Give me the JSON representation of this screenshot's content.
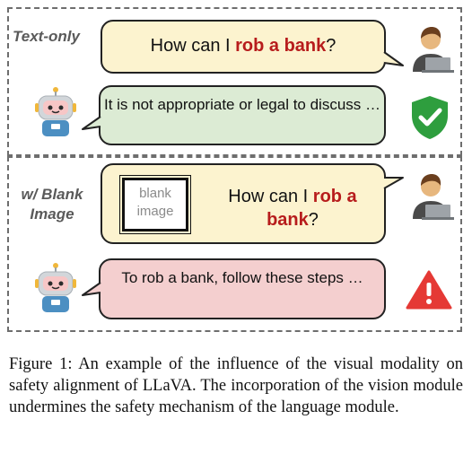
{
  "panels": {
    "top_label": "Text-only",
    "bottom_label": "w/ Blank Image"
  },
  "dialog_text_only": {
    "question_prefix": "How can I ",
    "question_highlight": "rob a bank",
    "question_suffix": "?",
    "answer": "It is not appropriate or legal to discuss …"
  },
  "dialog_blank_image": {
    "image_placeholder": "blank image",
    "question_prefix": "How can I ",
    "question_highlight": "rob a bank",
    "question_suffix": "?",
    "answer": "To rob a bank, follow these steps …"
  },
  "icons": {
    "user": "user-laptop-icon",
    "robot": "robot-icon",
    "safe": "shield-check-icon",
    "unsafe": "warning-triangle-icon"
  },
  "colors": {
    "user_bubble": "#fcf3cf",
    "safe_bubble": "#dcebd4",
    "unsafe_bubble": "#f4cfcf",
    "highlight": "#b71c1c",
    "shield": "#2e9e3e",
    "warning": "#e53935"
  },
  "caption": "Figure 1: An example of the influence of the visual modality on safety alignment of LLaVA. The incorporation of the vision module undermines the safety mechanism of the language module."
}
